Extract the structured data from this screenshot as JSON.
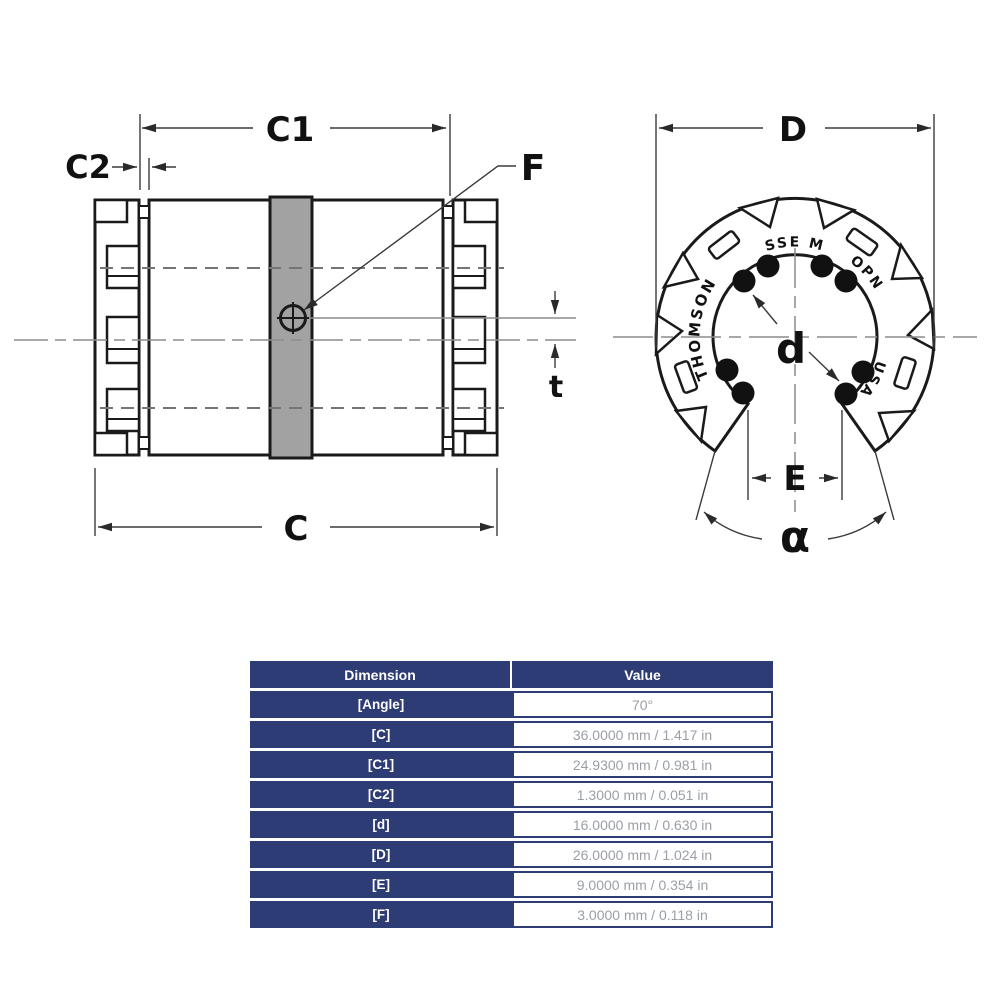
{
  "drawing": {
    "side_view": {
      "labels": {
        "c1": "C1",
        "c2": "C2",
        "f": "F",
        "t": "t",
        "c": "C"
      }
    },
    "end_view": {
      "labels": {
        "outer_diameter": "D",
        "bore_diameter": "d",
        "opening_width": "E",
        "opening_angle": "α"
      },
      "markings": {
        "brand": "THOMSON",
        "series": "SSE M",
        "type": "OPN",
        "origin": "USA"
      }
    },
    "colors": {
      "line": "#1a1a1a",
      "seal_band": "#a2a2a2",
      "dimension": "#3a3a3a",
      "centerline": "#8c8c8c"
    }
  },
  "table": {
    "headers": {
      "dimension": "Dimension",
      "value": "Value"
    },
    "rows": [
      {
        "dimension": "[Angle]",
        "value": "70°"
      },
      {
        "dimension": "[C]",
        "value": "36.0000 mm / 1.417 in"
      },
      {
        "dimension": "[C1]",
        "value": "24.9300 mm / 0.981 in"
      },
      {
        "dimension": "[C2]",
        "value": "1.3000 mm / 0.051 in"
      },
      {
        "dimension": "[d]",
        "value": "16.0000 mm / 0.630 in"
      },
      {
        "dimension": "[D]",
        "value": "26.0000 mm / 1.024 in"
      },
      {
        "dimension": "[E]",
        "value": "9.0000 mm / 0.354 in"
      },
      {
        "dimension": "[F]",
        "value": "3.0000 mm / 0.118 in"
      }
    ],
    "colors": {
      "header_bg": "#2d3c74",
      "value_text": "#9a9fa6"
    }
  }
}
